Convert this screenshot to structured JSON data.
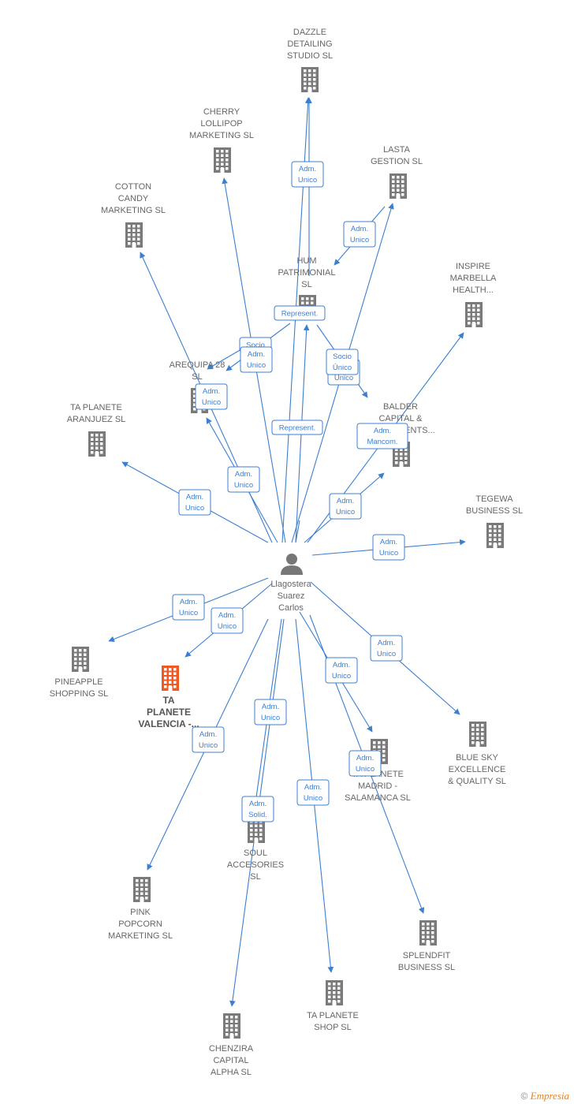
{
  "colors": {
    "edge": "#3b7fd1",
    "node": "#7a7a7a",
    "highlight": "#f05a22",
    "person": "#777777"
  },
  "center": {
    "id": "person",
    "lines": [
      "Llagostera",
      "Suarez",
      "Carlos"
    ],
    "icon": "person-icon"
  },
  "companies": [
    {
      "id": "dazzle",
      "lines": [
        "DAZZLE",
        "DETAILING",
        "STUDIO  SL"
      ]
    },
    {
      "id": "cherry",
      "lines": [
        "CHERRY",
        "LOLLIPOP",
        "MARKETING  SL"
      ]
    },
    {
      "id": "lasta",
      "lines": [
        "LASTA",
        "GESTION  SL"
      ]
    },
    {
      "id": "cotton",
      "lines": [
        "COTTON",
        "CANDY",
        "MARKETING  SL"
      ]
    },
    {
      "id": "hum",
      "lines": [
        "HUM",
        "PATRIMONIAL",
        "SL"
      ]
    },
    {
      "id": "inspire",
      "lines": [
        "INSPIRE",
        "MARBELLA",
        "HEALTH..."
      ]
    },
    {
      "id": "arequipa",
      "lines": [
        "AREQUIPA 28",
        "SL"
      ]
    },
    {
      "id": "aranjuez",
      "lines": [
        "TA PLANETE",
        "ARANJUEZ  SL"
      ]
    },
    {
      "id": "balder",
      "lines": [
        "BALDER",
        "CAPITAL &",
        "INVESTMENTS..."
      ]
    },
    {
      "id": "tegewa",
      "lines": [
        "TEGEWA",
        "BUSINESS  SL"
      ]
    },
    {
      "id": "pineapple",
      "lines": [
        "PINEAPPLE",
        "SHOPPING  SL"
      ]
    },
    {
      "id": "valencia",
      "lines": [
        "TA",
        "PLANETE",
        "VALENCIA -..."
      ],
      "highlight": true
    },
    {
      "id": "bluesky",
      "lines": [
        "BLUE SKY",
        "EXCELLENCE",
        "& QUALITY  SL"
      ]
    },
    {
      "id": "madrid",
      "lines": [
        "TA PLANETE",
        "MADRID -",
        "SALAMANCA  SL"
      ]
    },
    {
      "id": "soul",
      "lines": [
        "SOUL",
        "ACCESORIES",
        "SL"
      ]
    },
    {
      "id": "pink",
      "lines": [
        "PINK",
        "POPCORN",
        "MARKETING  SL"
      ]
    },
    {
      "id": "splendfit",
      "lines": [
        "SPLENDFIT",
        "BUSINESS  SL"
      ]
    },
    {
      "id": "shop",
      "lines": [
        "TA PLANETE",
        "SHOP  SL"
      ]
    },
    {
      "id": "chenzira",
      "lines": [
        "CHENZIRA",
        "CAPITAL",
        "ALPHA  SL"
      ]
    }
  ],
  "badges": [
    {
      "id": "b-dazzle",
      "lines": [
        "Adm.",
        "Unico"
      ]
    },
    {
      "id": "b-lasta",
      "lines": [
        "Adm.",
        "Unico"
      ]
    },
    {
      "id": "b-hum-rep",
      "lines": [
        "Represent."
      ]
    },
    {
      "id": "b-socio-left-back",
      "lines": [
        "Socio"
      ]
    },
    {
      "id": "b-cherry",
      "lines": [
        "Adm.",
        "Unico"
      ]
    },
    {
      "id": "b-hum-unico",
      "lines": [
        "Adm.",
        "Unico"
      ]
    },
    {
      "id": "b-socio-unico",
      "lines": [
        "Socio",
        "Único"
      ]
    },
    {
      "id": "b-arequipa",
      "lines": [
        "Adm.",
        "Unico"
      ]
    },
    {
      "id": "b-person-rep",
      "lines": [
        "Represent."
      ]
    },
    {
      "id": "b-balder-mancom",
      "lines": [
        "Adm.",
        "Mancom."
      ]
    },
    {
      "id": "b-arequipa-2",
      "lines": [
        "Adm.",
        "Unico"
      ]
    },
    {
      "id": "b-aranjuez",
      "lines": [
        "Adm.",
        "Unico"
      ]
    },
    {
      "id": "b-balder",
      "lines": [
        "Adm.",
        "Unico"
      ]
    },
    {
      "id": "b-tegewa",
      "lines": [
        "Adm.",
        "Unico"
      ]
    },
    {
      "id": "b-pineapple",
      "lines": [
        "Adm.",
        "Unico"
      ]
    },
    {
      "id": "b-valencia",
      "lines": [
        "Adm.",
        "Unico"
      ]
    },
    {
      "id": "b-bluesky",
      "lines": [
        "Adm.",
        "Unico"
      ]
    },
    {
      "id": "b-madrid",
      "lines": [
        "Adm.",
        "Unico"
      ]
    },
    {
      "id": "b-soul-unico",
      "lines": [
        "Adm.",
        "Unico"
      ]
    },
    {
      "id": "b-pink",
      "lines": [
        "Adm.",
        "Unico"
      ]
    },
    {
      "id": "b-madrid-2",
      "lines": [
        "Adm.",
        "Unico"
      ]
    },
    {
      "id": "b-shop",
      "lines": [
        "Adm.",
        "Unico"
      ]
    },
    {
      "id": "b-chenzira",
      "lines": [
        "Adm.",
        "Solid."
      ]
    }
  ],
  "footer": {
    "copyright": "©",
    "brand": "Empresia"
  }
}
